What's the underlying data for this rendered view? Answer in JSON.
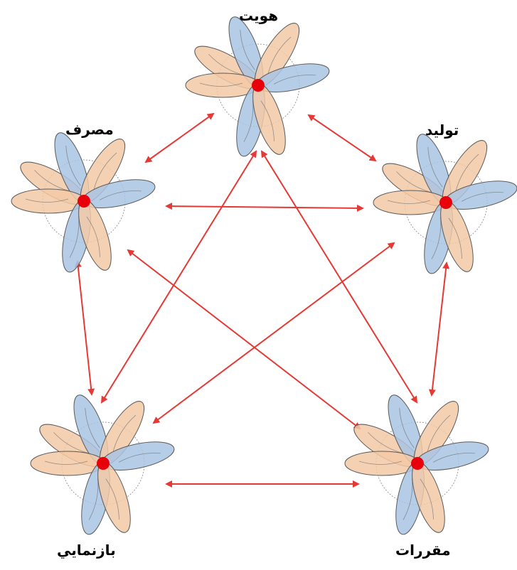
{
  "nodes": {
    "identity": {
      "label": "هويت"
    },
    "consumption": {
      "label": "مصرف"
    },
    "production": {
      "label": "توليد"
    },
    "reproduction": {
      "label": "بازنمايي"
    },
    "regulations": {
      "label": "مقررات"
    }
  },
  "colors": {
    "arrow": "#e53935",
    "hub": "#e8000b",
    "petal_blue": "#a9c4e3",
    "petal_orange": "#f3c9a6",
    "petal_stroke": "#5b5b5b",
    "ring": "#9a9a9a"
  },
  "icons": {
    "hub": "red-circle",
    "petal": "ellipse"
  }
}
